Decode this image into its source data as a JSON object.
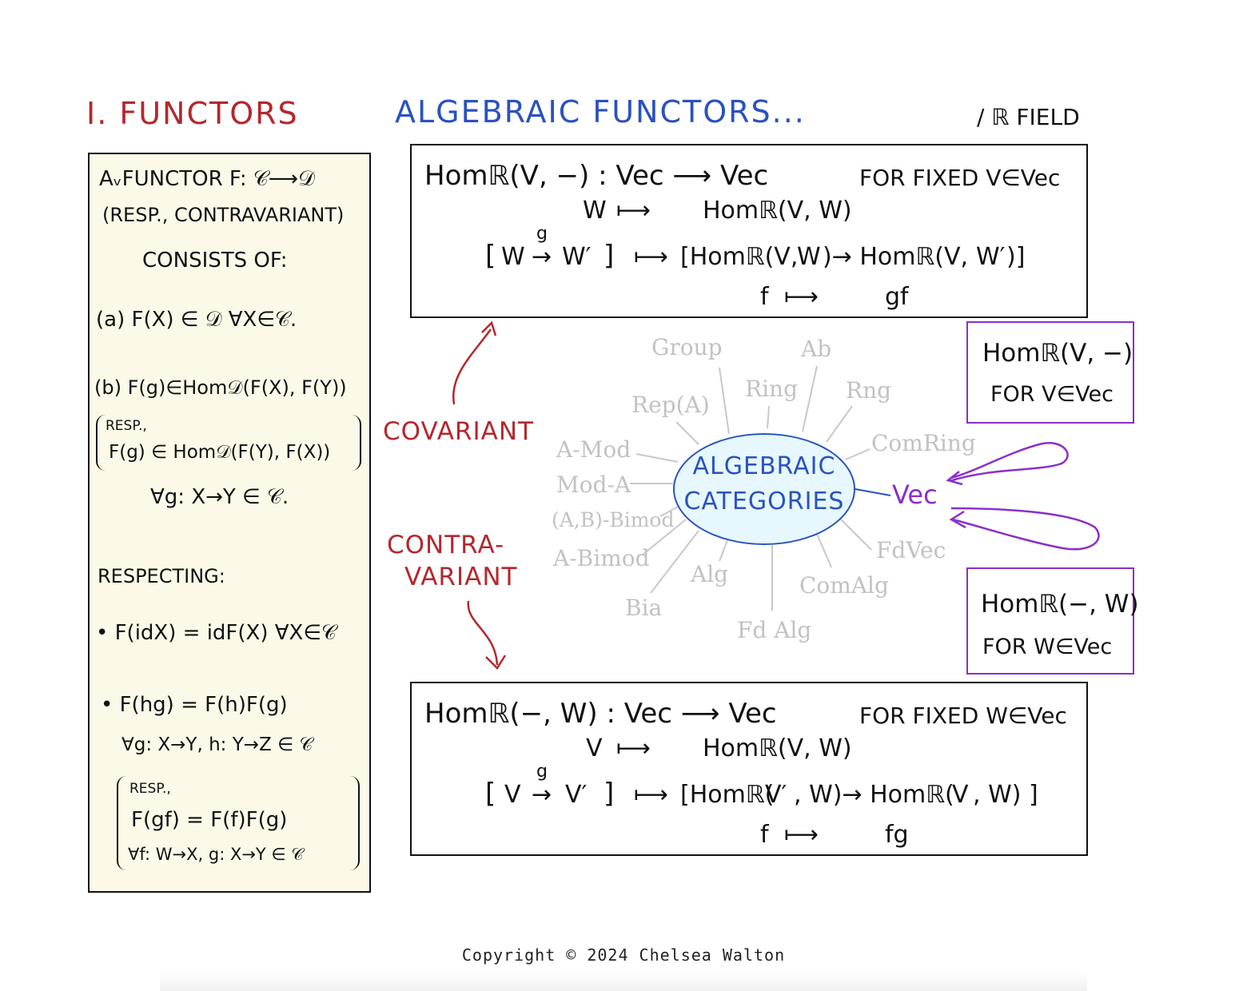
{
  "header": {
    "section_title": "I. FUNCTORS",
    "main_title": "ALGEBRAIC FUNCTORS...",
    "field_note": "/ ℝ FIELD"
  },
  "left_box": {
    "line1": "AᵥFUNCTOR F: 𝒞⟶𝒟",
    "line2": "(RESP., CONTRAVARIANT)",
    "line3": "CONSISTS OF:",
    "item_a": "(a) F(X) ∈ 𝒟  ∀X∈𝒞.",
    "item_b": "(b) F(g)∈Hom𝒟(F(X), F(Y))",
    "resp1_label": "RESP.,",
    "resp1_formula": "F(g) ∈ Hom𝒟(F(Y), F(X))",
    "forall_g": "∀g: X→Y ∈ 𝒞.",
    "respecting": "RESPECTING:",
    "bullet1": "•  F(idX) = idF(X)  ∀X∈𝒞",
    "bullet2": "•  F(hg) = F(h)F(g)",
    "bullet2_cond": "∀g: X→Y, h: Y→Z ∈ 𝒞",
    "resp2_label": "RESP.,",
    "resp2_formula": "F(gf) = F(f)F(g)",
    "resp2_cond": "∀f: W→X, g: X→Y ∈ 𝒞"
  },
  "cov_box": {
    "functor": "Homℝ(V, −) : Vec ⟶ Vec",
    "fixed": "FOR FIXED V∈Vec",
    "obj_map_l": "W",
    "obj_map_arrow": "⟼",
    "obj_map_r": "Homℝ(V, W)",
    "mor_l_open": "[",
    "mor_l_a": "W",
    "mor_l_g": "g",
    "mor_l_arrow": "→",
    "mor_l_b": "W′",
    "mor_l_close": "]",
    "mor_arrow": "⟼",
    "mor_r_open": "[Homℝ(V,",
    "mor_r_a": "W",
    "mor_r_mid": ")→ Homℝ(V,",
    "mor_r_b": "W′",
    "mor_r_close": ")]",
    "elem_l": "f",
    "elem_arrow": "⟼",
    "elem_r": "gf"
  },
  "contra_box": {
    "functor": "Homℝ(−, W) : Vec ⟶ Vec",
    "fixed": "FOR FIXED W∈Vec",
    "obj_map_l": "V",
    "obj_map_arrow": "⟼",
    "obj_map_r": "Homℝ(V, W)",
    "mor_l_open": "[",
    "mor_l_a": "V",
    "mor_l_g": "g",
    "mor_l_arrow": "→",
    "mor_l_b": "V′",
    "mor_l_close": "]",
    "mor_arrow": "⟼",
    "mor_r_open": "[Homℝ(",
    "mor_r_a": "V′",
    "mor_r_mid": ", W)→ Homℝ(",
    "mor_r_b": "V",
    "mor_r_close": ", W) ]",
    "elem_l": "f",
    "elem_arrow": "⟼",
    "elem_r": "fg"
  },
  "labels": {
    "covariant": "COVARIANT",
    "contra1": "CONTRA-",
    "contra2": "VARIANT"
  },
  "right_boxes": {
    "top_line1": "Homℝ(V, −)",
    "top_line2": "FOR V∈Vec",
    "bottom_line1": "Homℝ(−, W)",
    "bottom_line2": "FOR W∈Vec"
  },
  "hub": {
    "line1": "ALGEBRAIC",
    "line2": "CATEGORIES",
    "categories": {
      "group": "Group",
      "ab": "Ab",
      "ring": "Ring",
      "rng": "Rng",
      "rep": "Rep(A)",
      "comring": "ComRing",
      "amod": "A-Mod",
      "moda": "Mod-A",
      "bimodab": "(A,B)-Bimod",
      "abimod": "A-Bimod",
      "vec": "Vec",
      "fdvec": "FdVec",
      "alg": "Alg",
      "comalg": "ComAlg",
      "bia": "Bia",
      "fdalg": "Fd Alg"
    }
  },
  "colors": {
    "red": "#b3282d",
    "blue": "#2a52be",
    "purple": "#8a2fc9",
    "gray": "#c2c2c2",
    "cream": "#fdf9e8",
    "oval_fill": "#e6f8fd"
  },
  "footer": {
    "copyright": "Copyright © 2024 Chelsea Walton"
  }
}
